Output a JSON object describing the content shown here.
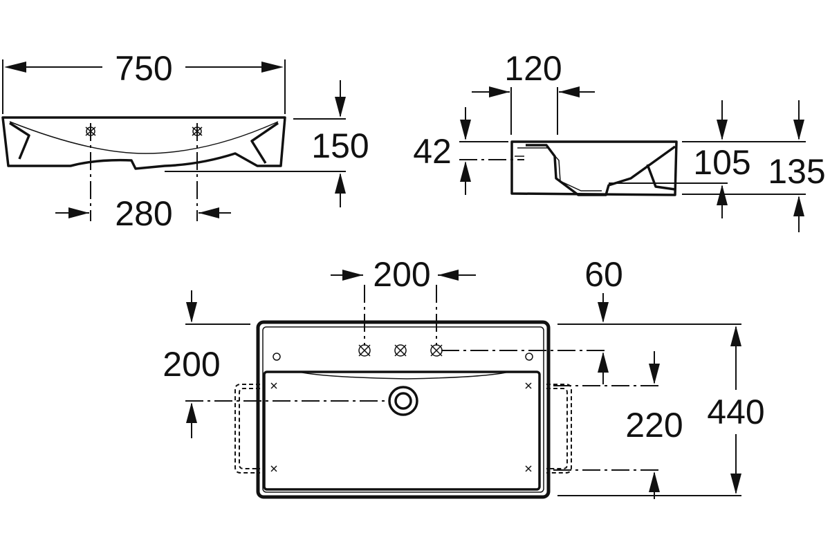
{
  "dimensions": {
    "front_width": "750",
    "front_height": "150",
    "front_tap_spacing": "280",
    "side_depth": "120",
    "side_rim": "42",
    "side_height_inner": "105",
    "side_height_total": "135",
    "top_tap_spacing": "200",
    "top_back_offset": "60",
    "top_left_offset": "200",
    "top_bracket_spacing": "220",
    "top_depth": "440"
  }
}
